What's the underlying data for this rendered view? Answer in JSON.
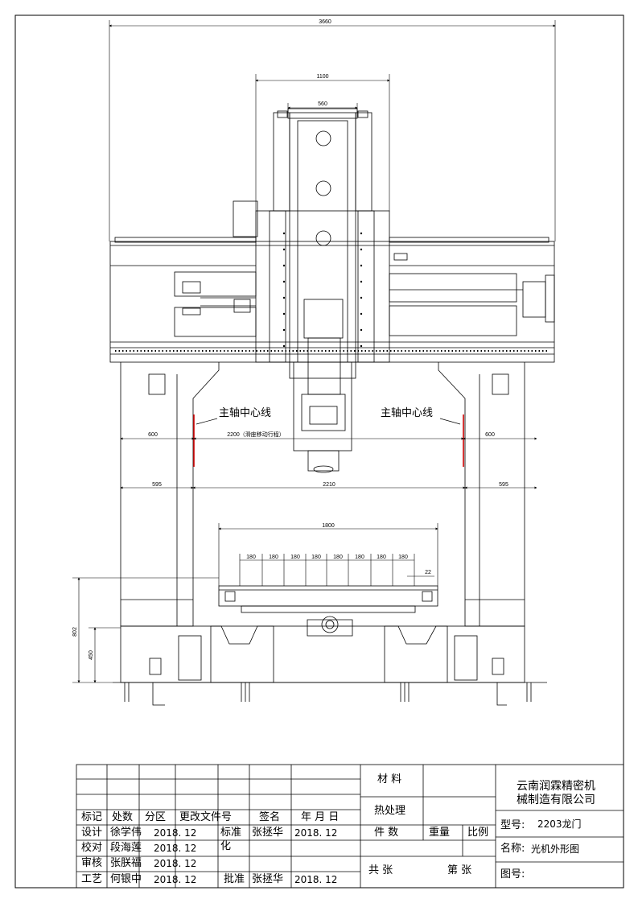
{
  "drawing": {
    "overall_width": "3660",
    "column_width": "1100",
    "head_width": "560",
    "spindle_centerline_label": "主轴中心线",
    "left_clearance": "600",
    "right_clearance": "600",
    "travel": "2200（滑座移动行程）",
    "left_column": "595",
    "right_column": "595",
    "between_columns": "2210",
    "table_length": "1800",
    "slot_pitch": "180",
    "slot_width": "22",
    "table_height": "802",
    "base_height": "450"
  },
  "title_block": {
    "header": {
      "mark": "标记",
      "count": "处数",
      "zone": "分区",
      "change_doc": "更改文件号",
      "signature": "签名",
      "date": "年 月 日"
    },
    "design": {
      "role": "设计",
      "name": "徐学伟",
      "date": "2018. 12"
    },
    "check": {
      "role": "校对",
      "name": "段海莲",
      "date": "2018. 12"
    },
    "review": {
      "role": "审核",
      "name": "张朕福",
      "date": "2018. 12"
    },
    "process": {
      "role": "工艺",
      "name": "何银中",
      "date": "2018. 12"
    },
    "standardize": {
      "role_a": "标准",
      "role_b": "化",
      "name": "张拯华",
      "date": "2018. 12"
    },
    "approve": {
      "role": "批准",
      "name": "张拯华",
      "date": "2018. 12"
    },
    "material": "材 料",
    "heat_treatment": "热处理",
    "pieces": "件  数",
    "weight": "重量",
    "scale": "比例",
    "total_sheets": "共   张",
    "sheet_no": "第   张",
    "company_line1": "云南润霖精密机",
    "company_line2": "械制造有限公司",
    "model_label": "型号:",
    "model_value": "2203龙门",
    "name_label": "名称:",
    "name_value": "光机外形图",
    "drawing_no_label": "图号:"
  }
}
